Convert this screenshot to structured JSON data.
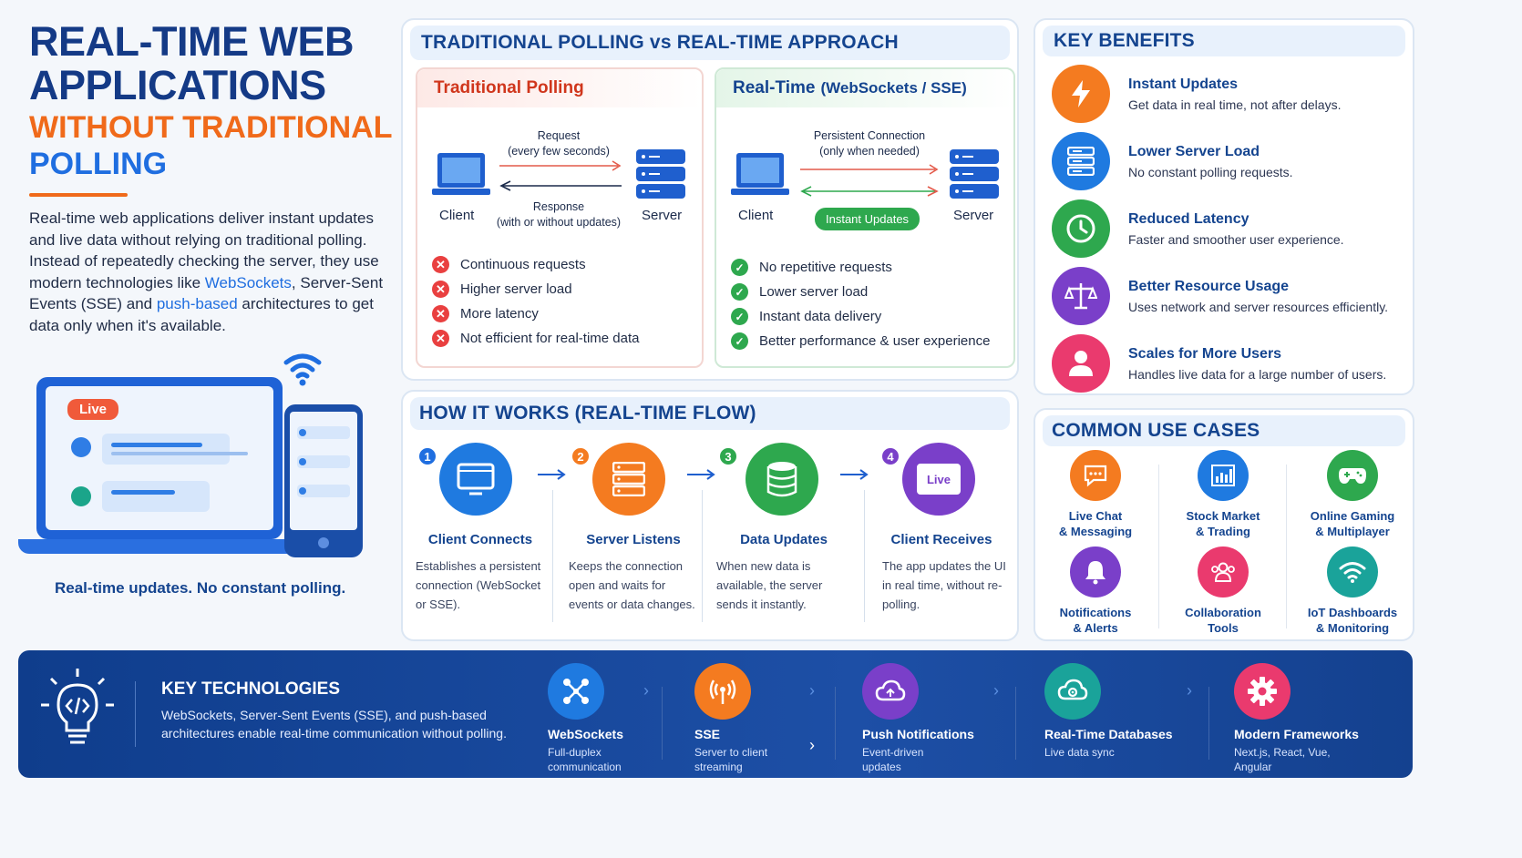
{
  "hero": {
    "title_line1": "REAL-TIME WEB",
    "title_line2": "APPLICATIONS",
    "title_line3": "WITHOUT TRADITIONAL",
    "title_line4": "POLLING",
    "intro_part1": "Real-time web applications deliver instant updates and live data without relying on traditional polling. Instead of repeatedly checking the server, they use modern technologies like ",
    "intro_link1": "WebSockets",
    "intro_part2": ", Server-Sent Events (SSE) and ",
    "intro_link2": "push-based",
    "intro_part3": " architectures to get data only when it's available.",
    "live_badge": "Live",
    "caption": "Real-time updates. No constant polling."
  },
  "comparison": {
    "title": "TRADITIONAL POLLING vs REAL-TIME APPROACH",
    "traditional": {
      "title": "Traditional Polling",
      "request_label": "Request",
      "request_sub": "(every few seconds)",
      "response_label": "Response",
      "response_sub": "(with or without updates)",
      "client": "Client",
      "server": "Server",
      "points": [
        "Continuous requests",
        "Higher server load",
        "More latency",
        "Not efficient for real-time data"
      ]
    },
    "realtime": {
      "title": "Real-Time",
      "title_sub": "(WebSockets / SSE)",
      "conn_label": "Persistent Connection",
      "conn_sub": "(only when needed)",
      "badge": "Instant Updates",
      "client": "Client",
      "server": "Server",
      "points": [
        "No repetitive requests",
        "Lower server load",
        "Instant data delivery",
        "Better performance & user experience"
      ]
    }
  },
  "flow": {
    "title": "HOW IT WORKS (REAL-TIME FLOW)",
    "steps": [
      {
        "num": "1",
        "title": "Client Connects",
        "desc": "Establishes a persistent connection (WebSocket or SSE).",
        "color": "#1f7ae0"
      },
      {
        "num": "2",
        "title": "Server Listens",
        "desc": "Keeps the connection open and waits for events or data changes.",
        "color": "#f47b20"
      },
      {
        "num": "3",
        "title": "Data Updates",
        "desc": "When new data is available, the server sends it instantly.",
        "color": "#2ea84e"
      },
      {
        "num": "4",
        "title": "Client Receives",
        "desc": "The app updates the UI in real time, without re-polling.",
        "color": "#7a3fc9"
      }
    ],
    "live_icon_text": "Live"
  },
  "benefits": {
    "title": "KEY BENEFITS",
    "items": [
      {
        "title": "Instant Updates",
        "desc": "Get data in real time, not after delays.",
        "color": "#f47b20",
        "icon": "lightning-icon"
      },
      {
        "title": "Lower Server Load",
        "desc": "No constant polling requests.",
        "color": "#1f7ae0",
        "icon": "server-icon"
      },
      {
        "title": "Reduced Latency",
        "desc": "Faster and smoother user experience.",
        "color": "#2ea84e",
        "icon": "clock-icon"
      },
      {
        "title": "Better Resource Usage",
        "desc": "Uses network and server resources efficiently.",
        "color": "#7a3fc9",
        "icon": "scales-icon"
      },
      {
        "title": "Scales for More Users",
        "desc": "Handles live data for a large number of users.",
        "color": "#ea3a6e",
        "icon": "user-icon"
      }
    ]
  },
  "use_cases": {
    "title": "COMMON USE CASES",
    "items": [
      {
        "line1": "Live Chat",
        "line2": "& Messaging",
        "color": "#f47b20",
        "icon": "chat-icon"
      },
      {
        "line1": "Stock Market",
        "line2": "& Trading",
        "color": "#1f7ae0",
        "icon": "chart-icon"
      },
      {
        "line1": "Online Gaming",
        "line2": "& Multiplayer",
        "color": "#2ea84e",
        "icon": "gamepad-icon"
      },
      {
        "line1": "Notifications",
        "line2": "& Alerts",
        "color": "#7a3fc9",
        "icon": "bell-icon"
      },
      {
        "line1": "Collaboration",
        "line2": "Tools",
        "color": "#ea3a6e",
        "icon": "team-icon"
      },
      {
        "line1": "IoT Dashboards",
        "line2": "& Monitoring",
        "color": "#1aa39a",
        "icon": "wifi-icon"
      }
    ]
  },
  "technologies": {
    "title": "KEY TECHNOLOGIES",
    "desc": "WebSockets, Server-Sent Events (SSE), and push-based architectures enable real-time communication without polling.",
    "items": [
      {
        "name": "WebSockets",
        "line1": "Full-duplex",
        "line2": "communication",
        "color": "#1f7ae0",
        "icon": "network-icon"
      },
      {
        "name": "SSE",
        "line1": "Server to client",
        "line2": "streaming",
        "color": "#f47b20",
        "icon": "broadcast-icon"
      },
      {
        "name": "Push Notifications",
        "line1": "Event-driven",
        "line2": "updates",
        "color": "#7a3fc9",
        "icon": "cloud-icon"
      },
      {
        "name": "Real-Time Databases",
        "line1": "Live data sync",
        "line2": "",
        "color": "#1aa39a",
        "icon": "cloud-gear-icon"
      },
      {
        "name": "Modern Frameworks",
        "line1": "Next.js, React, Vue,",
        "line2": "Angular",
        "color": "#ea3a6e",
        "icon": "gear-icon"
      }
    ]
  }
}
